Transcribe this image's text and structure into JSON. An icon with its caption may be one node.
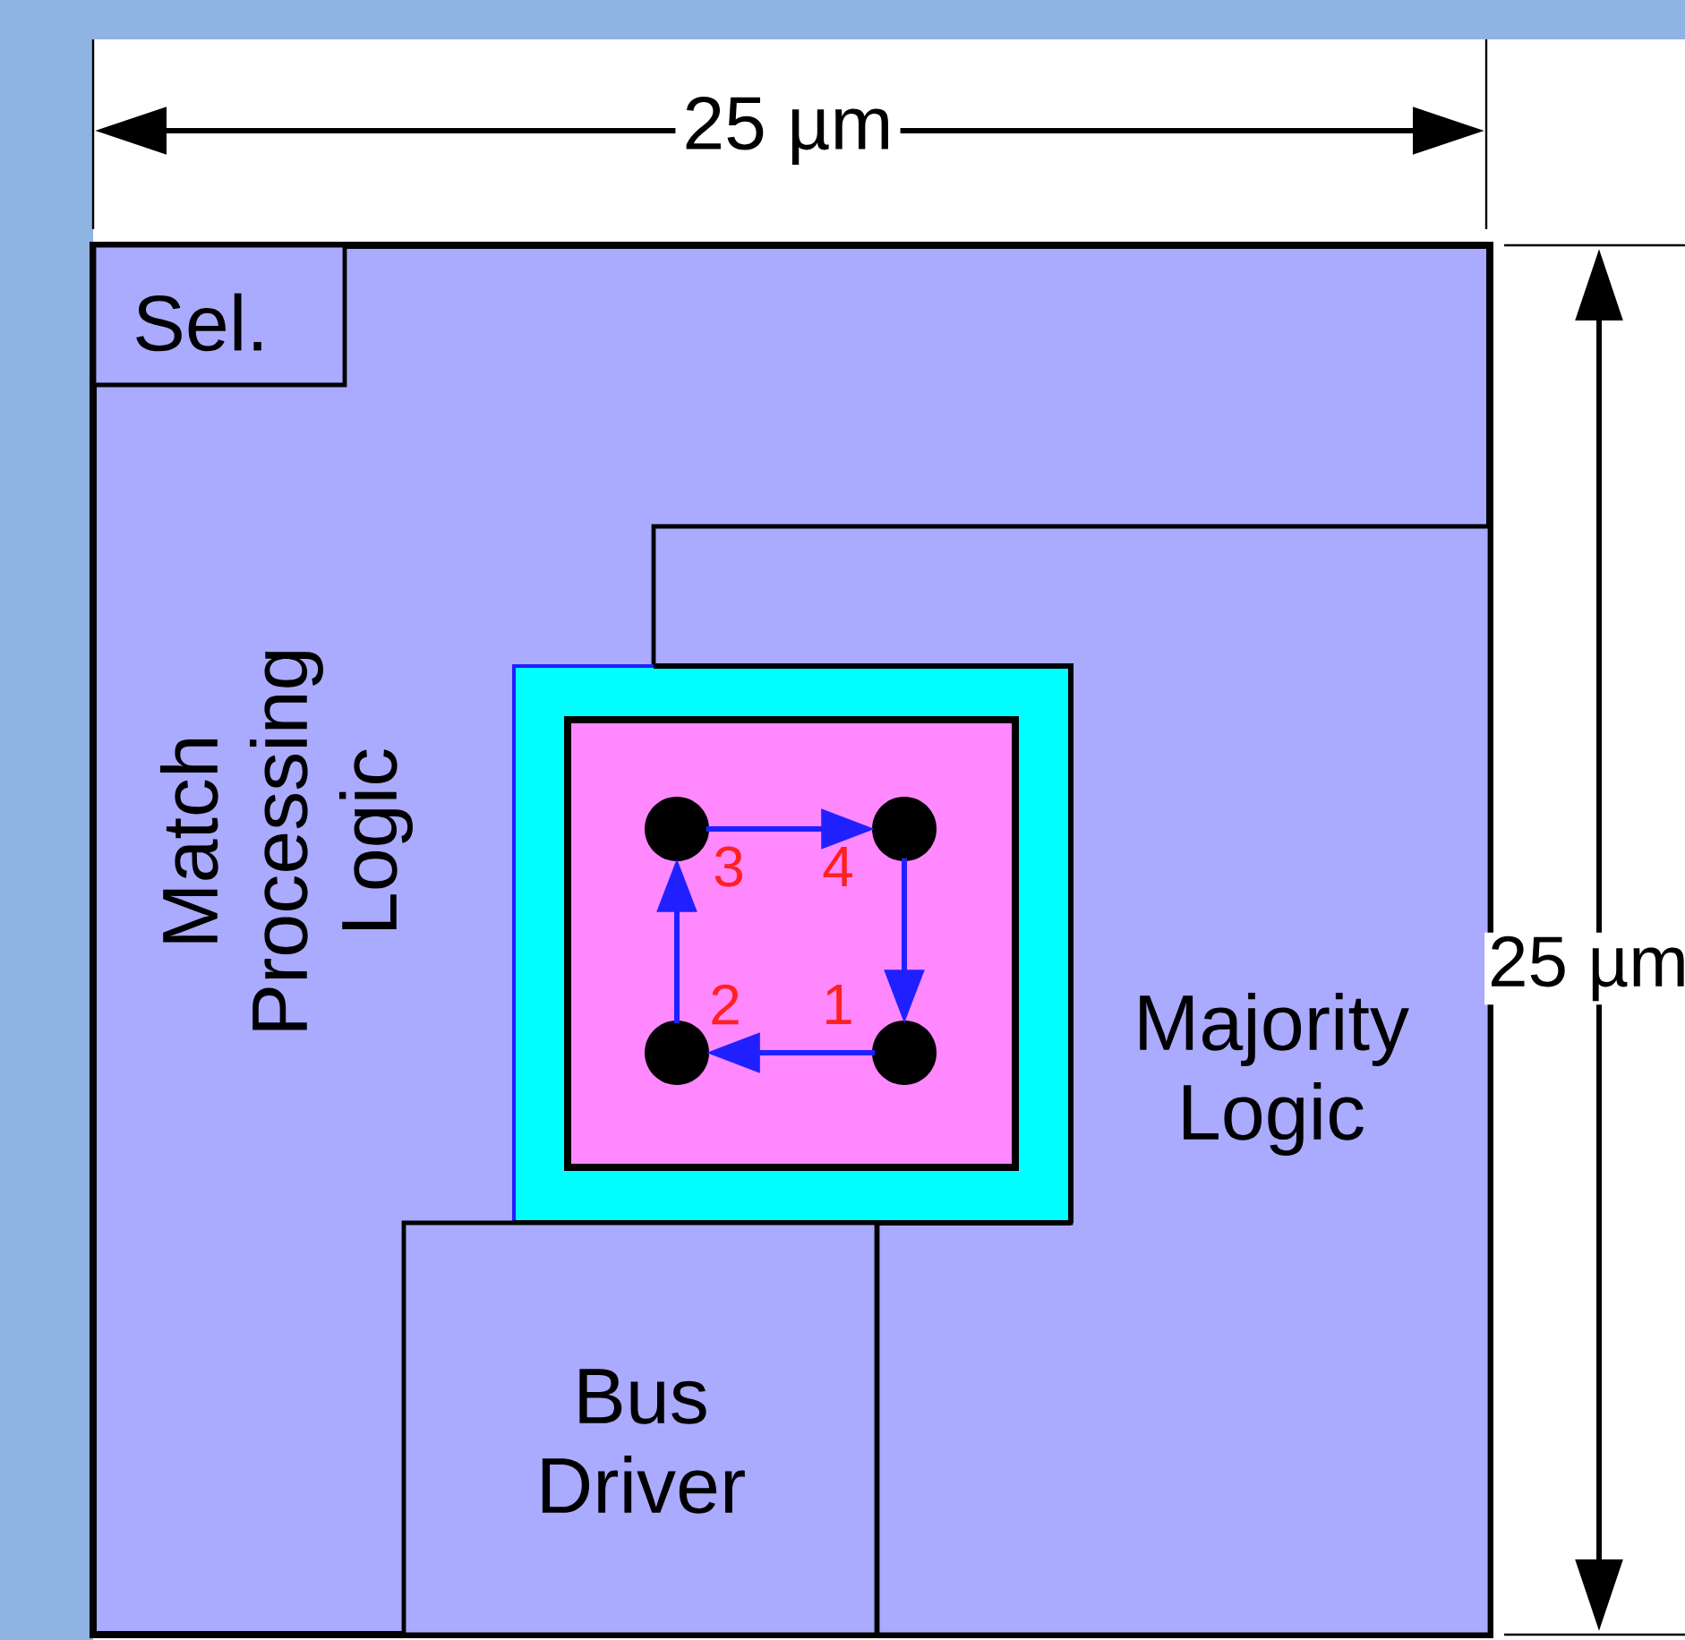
{
  "diagram": {
    "nodes": [
      {
        "text": [
          "Match Processing Logic"
        ]
      },
      {
        "text": [
          "Sel."
        ],
        "in": 0
      },
      {
        "text": [
          "Majority Logic"
        ],
        "in": 0
      },
      {
        "text": [],
        "shape": "box",
        "in": 0
      },
      {
        "text": [],
        "shape": "box",
        "in": 3
      },
      {
        "text": [],
        "shape": "circle",
        "in": 4,
        "beside": [
          "3"
        ]
      },
      {
        "text": [],
        "shape": "circle",
        "in": 4,
        "beside": [
          "4"
        ]
      },
      {
        "text": [],
        "shape": "circle",
        "in": 4,
        "beside": [
          "2"
        ]
      },
      {
        "text": [],
        "shape": "circle",
        "in": 4,
        "beside": [
          "1"
        ]
      },
      {
        "text": [
          "Bus Driver"
        ],
        "in": 0
      }
    ],
    "edges": [
      {
        "from": 8,
        "to": 7,
        "arrow": "to"
      },
      {
        "from": 7,
        "to": 5,
        "arrow": "to"
      },
      {
        "from": 5,
        "to": 6,
        "arrow": "to"
      },
      {
        "from": 6,
        "to": 8,
        "arrow": "to"
      }
    ],
    "labels": [
      "25 µm",
      "25 µm"
    ]
  }
}
